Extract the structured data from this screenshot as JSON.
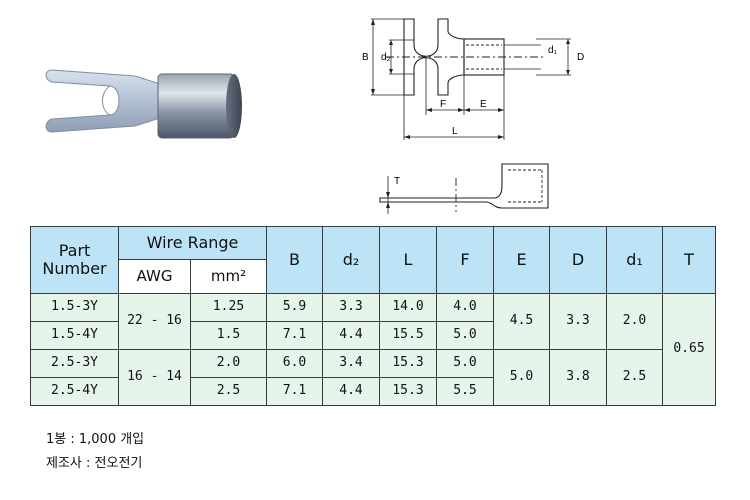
{
  "drawing": {
    "labels": {
      "B": "B",
      "d2": "d₂",
      "d1": "d₁",
      "D": "D",
      "F": "F",
      "E": "E",
      "L": "L",
      "T": "T"
    }
  },
  "table": {
    "headers": {
      "part_number": "Part\nNumber",
      "wire_range": "Wire Range",
      "awg": "AWG",
      "mm2": "mm²",
      "B": "B",
      "d2": "d₂",
      "L": "L",
      "F": "F",
      "E": "E",
      "D": "D",
      "d1": "d₁",
      "T": "T"
    },
    "rows": [
      {
        "part": "1.5-3Y",
        "awg": "22 - 16",
        "mm2": "1.25",
        "B": "5.9",
        "d2": "3.3",
        "L": "14.0",
        "F": "4.0",
        "E": "4.5",
        "D": "3.3",
        "d1": "2.0",
        "T": "0.65"
      },
      {
        "part": "1.5-4Y",
        "mm2": "1.5",
        "B": "7.1",
        "d2": "4.4",
        "L": "15.5",
        "F": "5.0"
      },
      {
        "part": "2.5-3Y",
        "awg": "16 - 14",
        "mm2": "2.0",
        "B": "6.0",
        "d2": "3.4",
        "L": "15.3",
        "F": "5.0",
        "E": "5.0",
        "D": "3.8",
        "d1": "2.5"
      },
      {
        "part": "2.5-4Y",
        "mm2": "2.5",
        "B": "7.1",
        "d2": "4.4",
        "L": "15.3",
        "F": "5.5"
      }
    ]
  },
  "notes": {
    "quantity": "1봉 : 1,000 개입",
    "maker": "제조사 : 전오전기"
  },
  "colors": {
    "header_bg": "#bde3f6",
    "body_bg": "#e6f5ea",
    "border": "#3a3a3a"
  }
}
